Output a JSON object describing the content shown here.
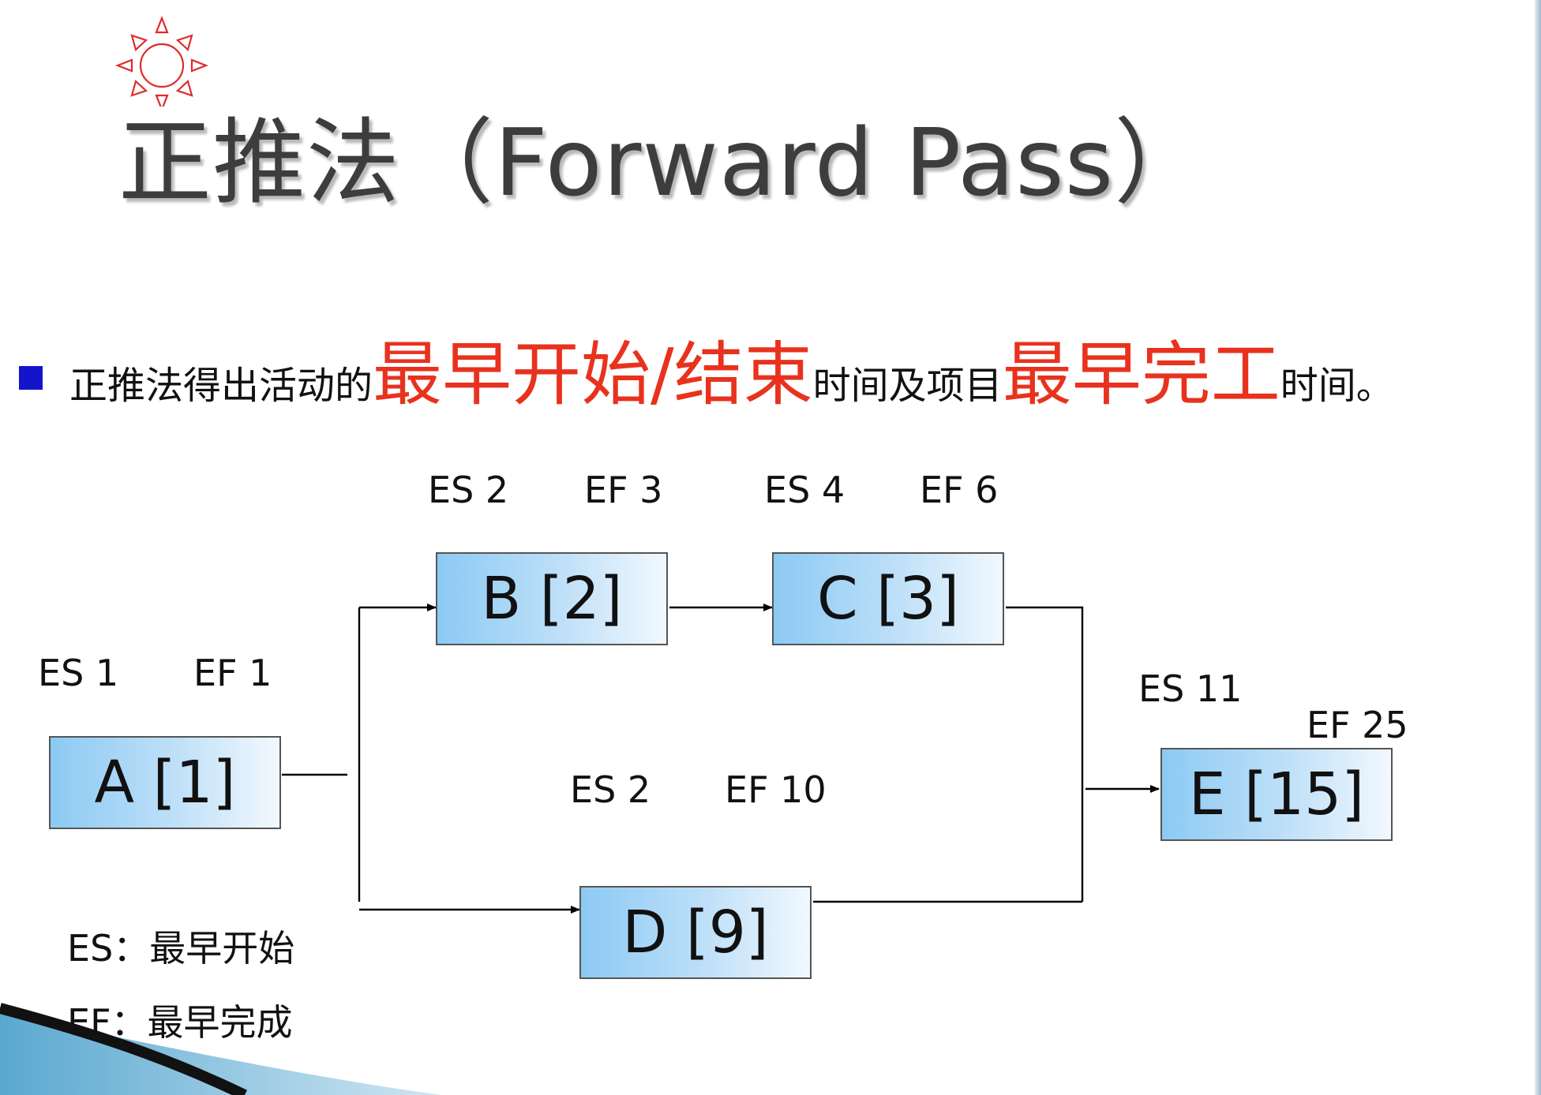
{
  "slide": {
    "title": "正推法（Forward Pass）",
    "bullet": {
      "part1": "正推法得出活动的",
      "highlight1": "最早开始/结束",
      "part2": "时间及项目",
      "highlight2": "最早完工",
      "part3": "时间。"
    }
  },
  "colors": {
    "highlight": "#e8321e",
    "bullet": "#1414cc",
    "node_fill_start": "#8ccaf3",
    "node_fill_end": "#f2f8fe",
    "title": "#3d3d3d"
  },
  "diagram": {
    "nodes": [
      {
        "id": "A",
        "label": "A [1]",
        "es": "ES 1",
        "ef": "EF 1"
      },
      {
        "id": "B",
        "label": "B [2]",
        "es": "ES 2",
        "ef": "EF 3"
      },
      {
        "id": "C",
        "label": "C [3]",
        "es": "ES 4",
        "ef": "EF 6"
      },
      {
        "id": "D",
        "label": "D [9]",
        "es": "ES 2",
        "ef": "EF 10"
      },
      {
        "id": "E",
        "label": "E [15]",
        "es": "ES 11",
        "ef": "EF 25"
      }
    ],
    "edges": [
      {
        "from": "A",
        "to": "B"
      },
      {
        "from": "A",
        "to": "D"
      },
      {
        "from": "B",
        "to": "C"
      },
      {
        "from": "C",
        "to": "E"
      },
      {
        "from": "D",
        "to": "E"
      }
    ],
    "legend": {
      "es": "ES：最早开始",
      "ef": "EF：最早完成"
    }
  }
}
